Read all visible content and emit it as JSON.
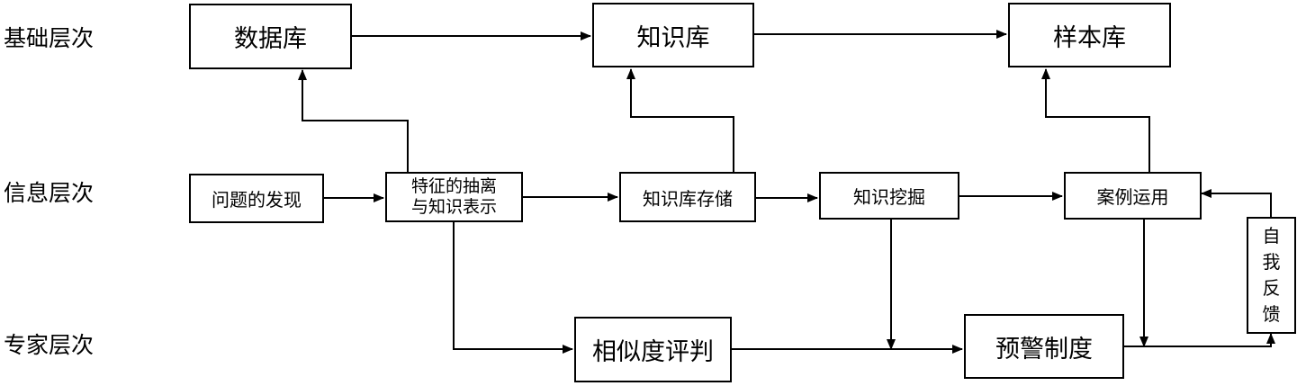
{
  "levels": {
    "basic": "基础层次",
    "info": "信息层次",
    "expert": "专家层次"
  },
  "nodes": {
    "database": "数据库",
    "knowledge_base": "知识库",
    "sample_base": "样本库",
    "problem_discovery": "问题的发现",
    "feature_extraction_line1": "特征的抽离",
    "feature_extraction_line2": "与知识表示",
    "knowledge_storage": "知识库存储",
    "knowledge_mining": "知识挖掘",
    "case_application": "案例运用",
    "self_feedback": [
      "自",
      "我",
      "反",
      "馈"
    ],
    "similarity_judgment": "相似度评判",
    "warning_system": "预警制度"
  },
  "colors": {
    "line": "#000000",
    "fill": "#ffffff"
  }
}
